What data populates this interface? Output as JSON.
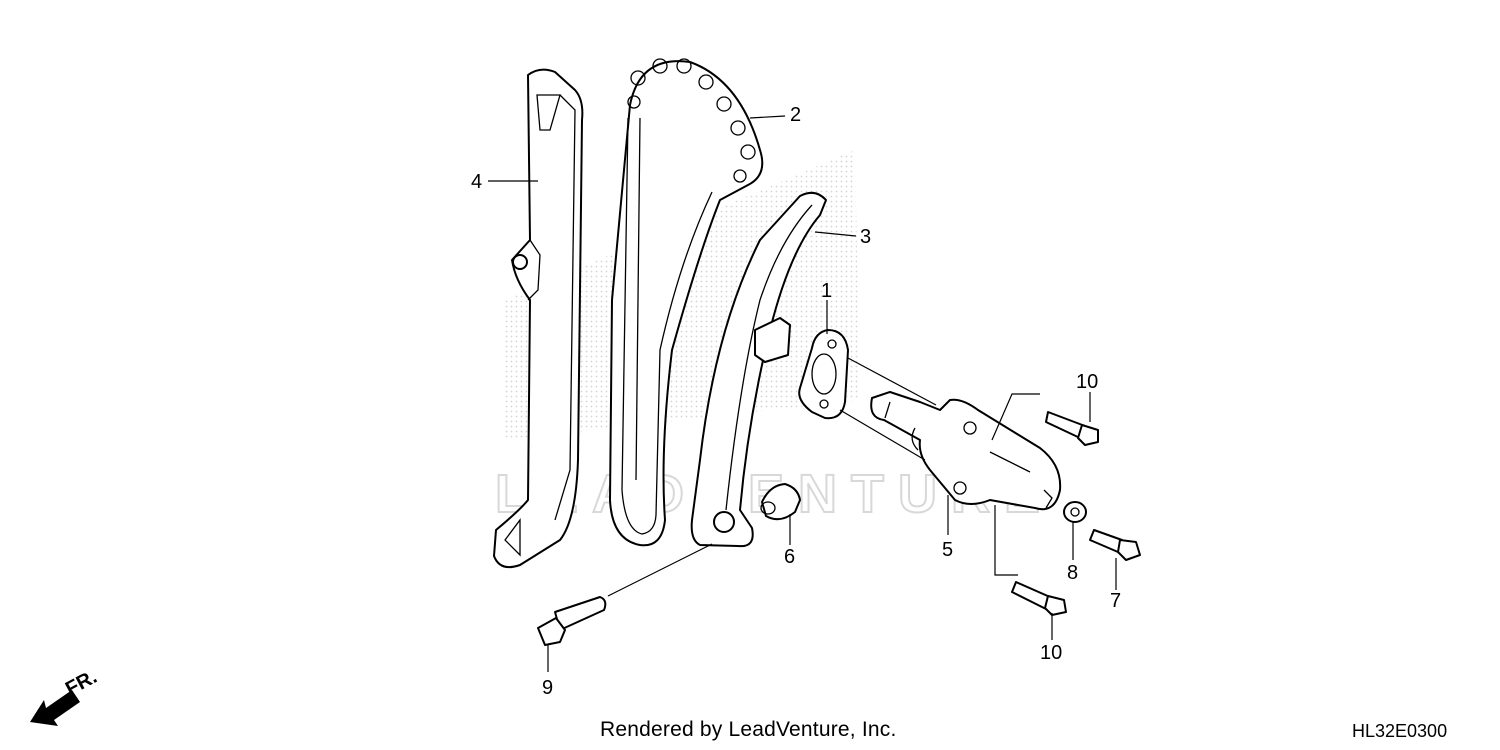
{
  "diagram": {
    "callouts": {
      "c1": "1",
      "c2": "2",
      "c3": "3",
      "c4": "4",
      "c5": "5",
      "c6": "6",
      "c7": "7",
      "c8": "8",
      "c9": "9",
      "c10a": "10",
      "c10b": "10"
    },
    "direction_label": "FR.",
    "watermark": "LEADVENTURE"
  },
  "footer": {
    "credit": "Rendered by LeadVenture, Inc.",
    "diagram_code": "HL32E0300"
  }
}
